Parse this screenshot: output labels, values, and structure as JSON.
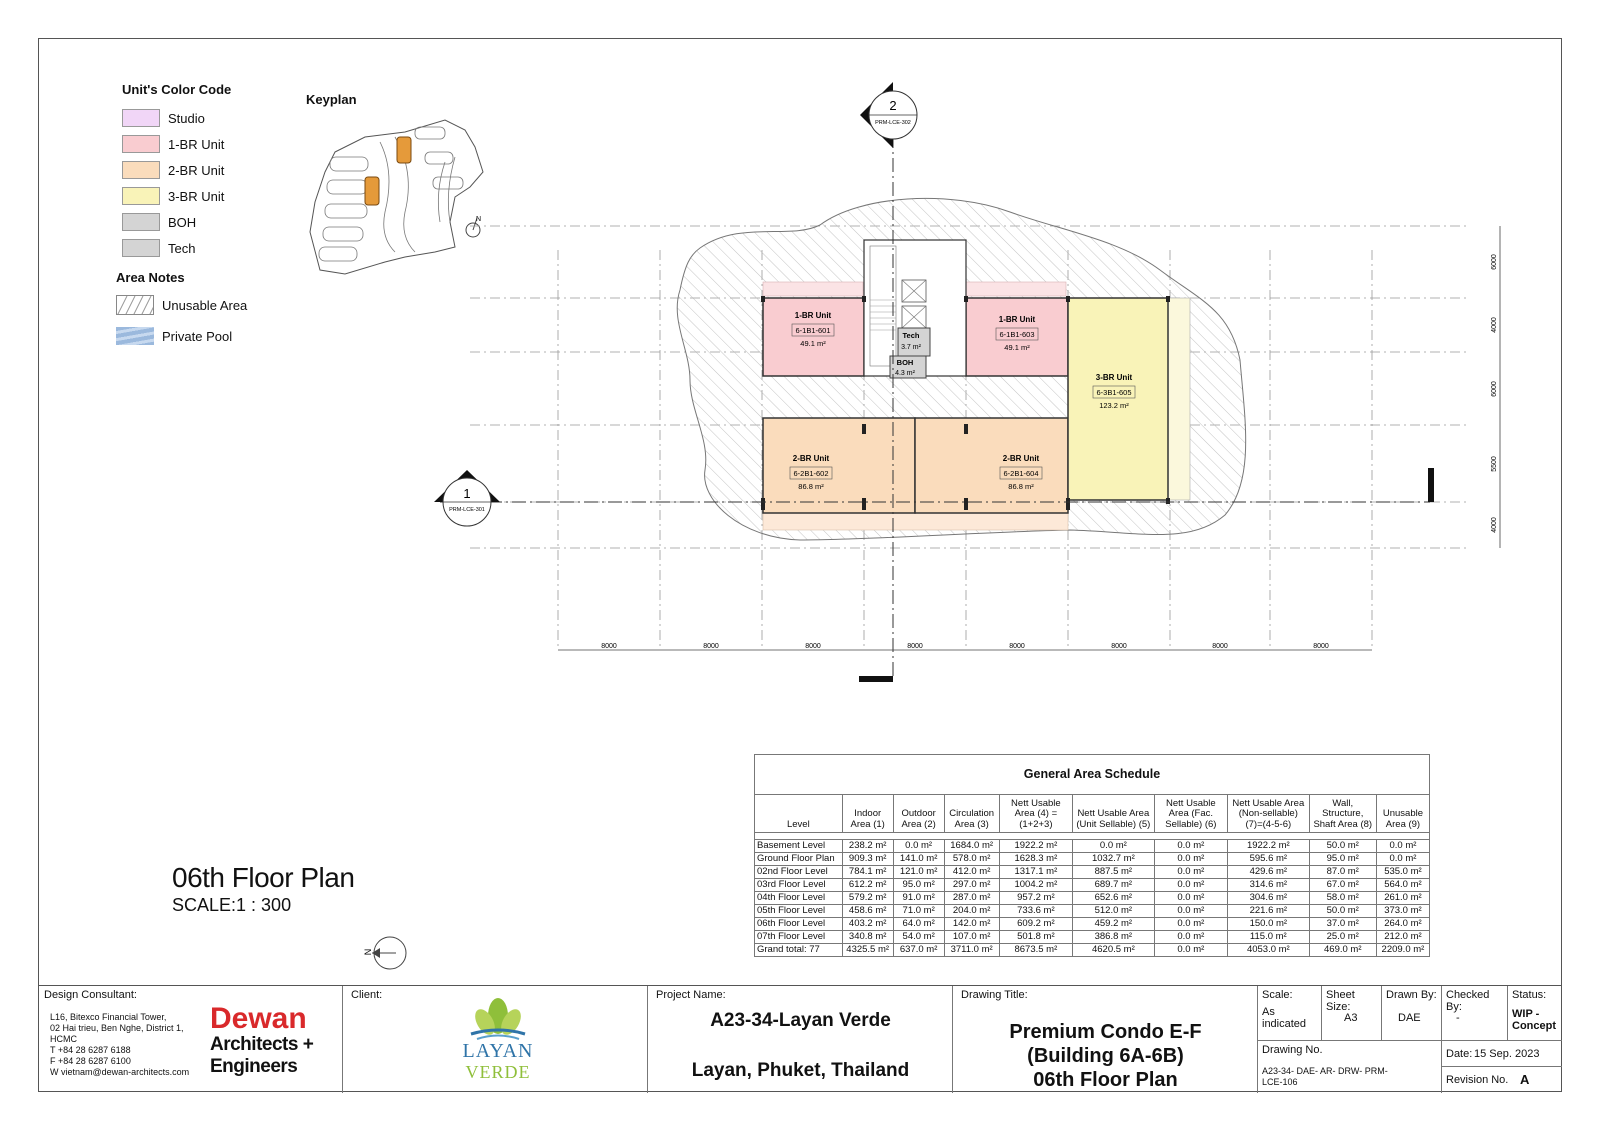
{
  "legend": {
    "color_code_title": "Unit's Color Code",
    "items": [
      {
        "label": "Studio",
        "color": "#f1d6f7"
      },
      {
        "label": "1-BR Unit",
        "color": "#f9ccd0"
      },
      {
        "label": "2-BR Unit",
        "color": "#fadcbc"
      },
      {
        "label": "3-BR Unit",
        "color": "#f9f3b8"
      },
      {
        "label": "BOH",
        "color": "#d4d4d4"
      },
      {
        "label": "Tech",
        "color": "#d4d4d4"
      }
    ],
    "area_notes_title": "Area Notes",
    "unusable_label": "Unusable Area",
    "pool_label": "Private Pool",
    "pool_color": "#9bb9dd"
  },
  "keyplan": {
    "title": "Keyplan",
    "north": "N"
  },
  "section_markers": [
    {
      "number": "2",
      "ref": "PRM-LCE-302"
    },
    {
      "number": "1",
      "ref": "PRM-LCE-301"
    }
  ],
  "units": [
    {
      "type": "1-BR Unit",
      "code": "6-1B1-601",
      "area": "49.1 m²",
      "color": "#f9ccd0"
    },
    {
      "type": "1-BR Unit",
      "code": "6-1B1-603",
      "area": "49.1 m²",
      "color": "#f9ccd0"
    },
    {
      "type": "2-BR Unit",
      "code": "6-2B1-602",
      "area": "86.8 m²",
      "color": "#fadcbc"
    },
    {
      "type": "2-BR Unit",
      "code": "6-2B1-604",
      "area": "86.8 m²",
      "color": "#fadcbc"
    },
    {
      "type": "3-BR Unit",
      "code": "6-3B1-605",
      "area": "123.2 m²",
      "color": "#f9f3b8"
    }
  ],
  "tech_room": {
    "label": "Tech",
    "area": "3.7 m²"
  },
  "boh_room": {
    "label": "BOH",
    "area": "4.3 m²"
  },
  "dimensions": {
    "horizontal": [
      "8000",
      "8000",
      "8000",
      "8000",
      "8000",
      "8000",
      "8000",
      "8000"
    ],
    "vertical": [
      "6000",
      "4000",
      "6000",
      "5500",
      "4000"
    ]
  },
  "drawing": {
    "title": "06th Floor Plan",
    "scale": "SCALE:1 : 300",
    "north": "N"
  },
  "schedule": {
    "title": "General Area Schedule",
    "headers": [
      "Level",
      "Indoor Area (1)",
      "Outdoor Area (2)",
      "Circulation Area (3)",
      "Nett Usable Area (4) = (1+2+3)",
      "Nett Usable Area (Unit Sellable) (5)",
      "Nett Usable Area (Fac. Sellable) (6)",
      "Nett Usable Area (Non-sellable) (7)=(4-5-6)",
      "Wall, Structure, Shaft Area (8)",
      "Unusable Area (9)"
    ],
    "rows": [
      [
        "Basement Level",
        "238.2 m²",
        "0.0 m²",
        "1684.0 m²",
        "1922.2 m²",
        "0.0 m²",
        "0.0 m²",
        "1922.2 m²",
        "50.0 m²",
        "0.0 m²"
      ],
      [
        "Ground Floor Plan",
        "909.3 m²",
        "141.0 m²",
        "578.0 m²",
        "1628.3 m²",
        "1032.7 m²",
        "0.0 m²",
        "595.6 m²",
        "95.0 m²",
        "0.0 m²"
      ],
      [
        "02nd Floor Level",
        "784.1 m²",
        "121.0 m²",
        "412.0 m²",
        "1317.1 m²",
        "887.5 m²",
        "0.0 m²",
        "429.6 m²",
        "87.0 m²",
        "535.0 m²"
      ],
      [
        "03rd Floor Level",
        "612.2 m²",
        "95.0 m²",
        "297.0 m²",
        "1004.2 m²",
        "689.7 m²",
        "0.0 m²",
        "314.6 m²",
        "67.0 m²",
        "564.0 m²"
      ],
      [
        "04th Floor Level",
        "579.2 m²",
        "91.0 m²",
        "287.0 m²",
        "957.2 m²",
        "652.6 m²",
        "0.0 m²",
        "304.6 m²",
        "58.0 m²",
        "261.0 m²"
      ],
      [
        "05th Floor Level",
        "458.6 m²",
        "71.0 m²",
        "204.0 m²",
        "733.6 m²",
        "512.0 m²",
        "0.0 m²",
        "221.6 m²",
        "50.0 m²",
        "373.0 m²"
      ],
      [
        "06th Floor Level",
        "403.2 m²",
        "64.0 m²",
        "142.0 m²",
        "609.2 m²",
        "459.2 m²",
        "0.0 m²",
        "150.0 m²",
        "37.0 m²",
        "264.0 m²"
      ],
      [
        "07th Floor Level",
        "340.8 m²",
        "54.0 m²",
        "107.0 m²",
        "501.8 m²",
        "386.8 m²",
        "0.0 m²",
        "115.0 m²",
        "25.0 m²",
        "212.0 m²"
      ],
      [
        "Grand total: 77",
        "4325.5 m²",
        "637.0 m²",
        "3711.0 m²",
        "8673.5 m²",
        "4620.5 m²",
        "0.0 m²",
        "4053.0 m²",
        "469.0 m²",
        "2209.0 m²"
      ]
    ]
  },
  "titleblock": {
    "design_consultant_label": "Design Consultant:",
    "address_lines": [
      "L16, Bitexco Financial Tower,",
      "02 Hai trieu, Ben Nghe, District 1,",
      "HCMC",
      "T  +84 28 6287 6188",
      "F  +84 28 6287 6100",
      "W  vietnam@dewan-architects.com"
    ],
    "logo_dewan": "Dewan",
    "logo_architects": "Architects +",
    "logo_engineers": "Engineers",
    "brand_color": "#d9292b",
    "client_label": "Client:",
    "client_logo_line1": "LAYAN",
    "client_logo_line2": "VERDE",
    "project_label": "Project Name:",
    "project_name": "A23-34-Layan Verde",
    "project_location": "Layan, Phuket, Thailand",
    "drawing_title_label": "Drawing Title:",
    "drawing_title_lines": [
      "Premium Condo E-F",
      "(Building 6A-6B)",
      "06th Floor Plan"
    ],
    "scale_label": "Scale:",
    "scale_value": "As indicated",
    "sheet_size_label": "Sheet Size:",
    "sheet_size_value": "A3",
    "drawn_by_label": "Drawn By:",
    "drawn_by_value": "DAE",
    "checked_by_label": "Checked By:",
    "checked_by_value": "-",
    "status_label": "Status:",
    "status_value": "WIP - Concept",
    "drawing_no_label": "Drawing No.",
    "drawing_no_value": "A23-34- DAE- AR- DRW- PRM-LCE-106",
    "date_label": "Date:",
    "date_value": "15 Sep. 2023",
    "revision_label": "Revision No.",
    "revision_value": "A"
  }
}
